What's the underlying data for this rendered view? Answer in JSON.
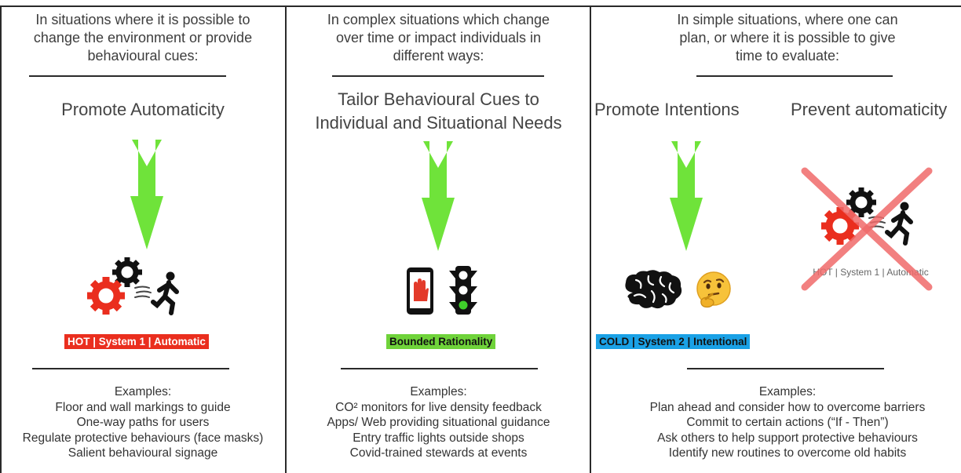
{
  "columns": [
    {
      "condition": [
        "In situations where it is possible to",
        "change the environment or provide",
        "behavioural cues:"
      ],
      "heading": "Promote Automaticity",
      "badge": "HOT | System 1 | Automatic",
      "examples_title": "Examples:",
      "examples": [
        "Floor and wall markings to guide",
        "One-way paths for users",
        "Regulate protective behaviours (face masks)",
        "Salient behavioural signage"
      ]
    },
    {
      "condition": [
        "In complex situations which change",
        "over time or impact individuals in",
        "different ways:"
      ],
      "heading": [
        "Tailor Behavioural Cues to",
        "Individual and Situational Needs"
      ],
      "badge": "Bounded Rationality",
      "examples_title": "Examples:",
      "examples": [
        "CO² monitors for live density feedback",
        "Apps/ Web providing situational guidance",
        "Entry traffic lights outside shops",
        "Covid-trained stewards at events"
      ]
    },
    {
      "condition": [
        "In simple situations, where one can",
        "plan, or where it is possible to give",
        "time to evaluate:"
      ],
      "heading_left": "Promote Intentions",
      "heading_right": "Prevent automaticity",
      "badge": "COLD | System 2 | Intentional",
      "crossed_label": "HOT | System 1 | Automatic",
      "examples_title": "Examples:",
      "examples": [
        "Plan ahead and consider how to overcome barriers",
        "Commit to certain actions (“If - Then”)",
        "Ask others to help support protective behaviours",
        "Identify new routines to overcome old habits"
      ]
    }
  ],
  "colors": {
    "hot": "#ea2e1e",
    "bounded": "#6fd33a",
    "cold": "#1aa1e6",
    "arrow": "#6fe33a",
    "cross": "#f06a6a"
  },
  "icons": [
    "gears-icon",
    "running-person-icon",
    "phone-stop-icon",
    "traffic-light-icon",
    "brain-icon",
    "thinking-face-icon"
  ]
}
